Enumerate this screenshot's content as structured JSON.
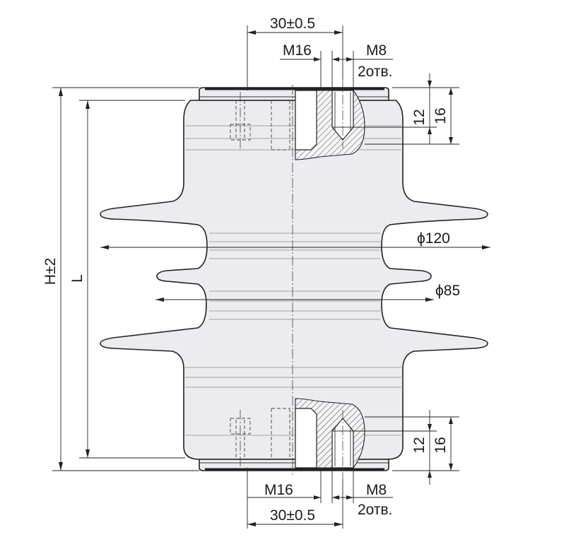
{
  "labels": {
    "top_pitch": "30±0.5",
    "top_thread_main": "M16",
    "top_thread_small": "M8",
    "top_holes": "2отв.",
    "top_depth_12": "12",
    "top_depth_16": "16",
    "shed_large_dia": "ϕ120",
    "shed_small_dia": "ϕ85",
    "height_total": "H±2",
    "length": "L",
    "bottom_thread_main": "M16",
    "bottom_thread_small": "M8",
    "bottom_holes": "2отв.",
    "bottom_pitch": "30±0.5",
    "bottom_depth_12": "12",
    "bottom_depth_16": "16"
  }
}
